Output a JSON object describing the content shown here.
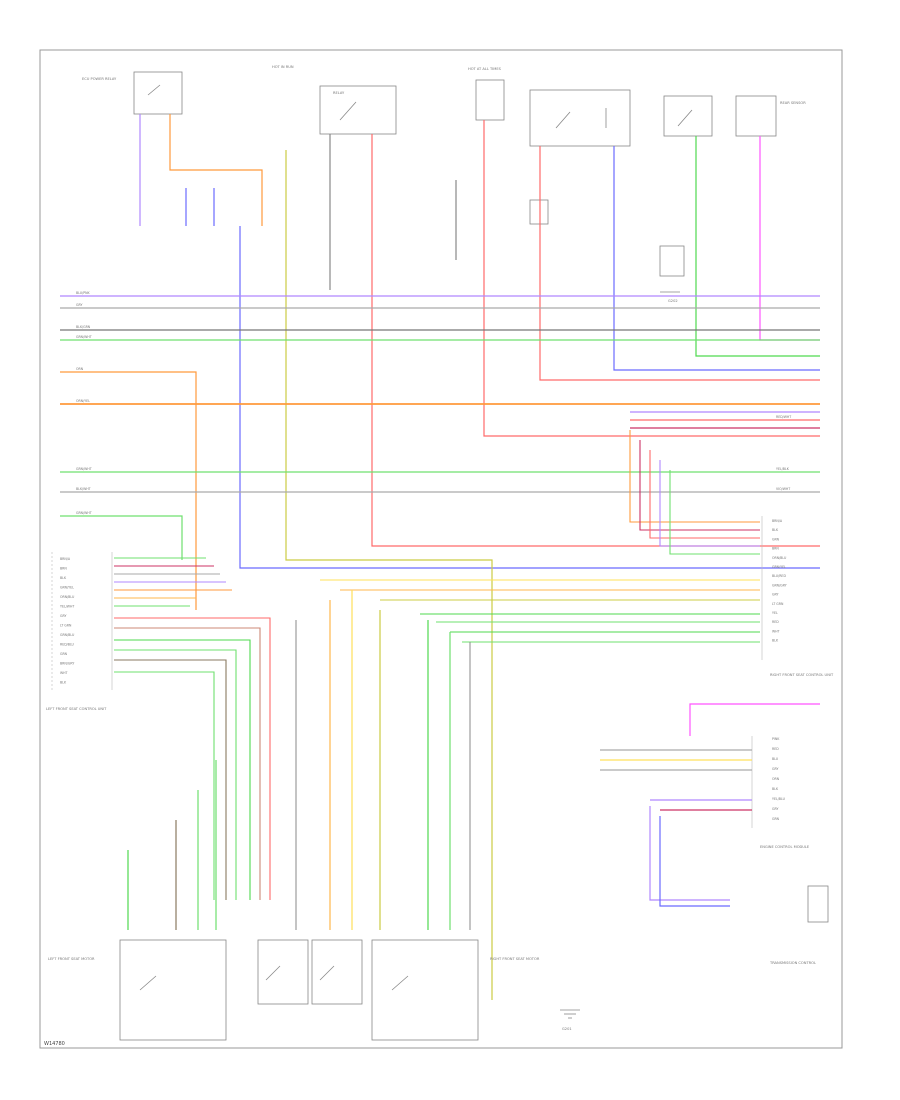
{
  "diagram": {
    "corner_code": "W14780",
    "component_labels": {
      "ecu_top_left": "ECU POWER RELAY",
      "relay_top_center": "RELAY",
      "hot_in_run": "HOT IN RUN",
      "hot_at_all_times": "HOT AT ALL TIMES",
      "left_front_seat_ctrl": "LEFT FRONT SEAT CONTROL UNIT",
      "right_front_seat_ctrl": "RIGHT FRONT SEAT CONTROL UNIT",
      "rear_sensor": "REAR SENSOR",
      "ground": "G201",
      "ground_2": "G202",
      "motor_1": "LEFT FRONT SEAT MOTOR",
      "motor_2": "RIGHT FRONT SEAT MOTOR",
      "engine_ctrl": "ENGINE CONTROL MODULE",
      "transmission": "TRANSMISSION CONTROL"
    },
    "wire_labels": {
      "w1": "BLU/PNK",
      "w2": "GRY",
      "w3": "BLK/GRN",
      "w4": "GRN/WHT",
      "w5": "ORN",
      "w6": "ORN/YEL",
      "w7": "GRN/WHT",
      "w8": "BLK/WHT",
      "w9": "GRN/WHT",
      "w10": "RED/WHT",
      "w11": "YEL/BLK",
      "w12": "VIO/WHT"
    },
    "left_pins": [
      "BRN/A",
      "BRN",
      "BLK",
      "GRN/YEL",
      "ORN/BLU",
      "YEL/WHT",
      "GRY",
      "LT GRN",
      "GRN/BLU",
      "RED/BLU",
      "GRN",
      "BRN/GRY",
      "WHT",
      "BLK"
    ],
    "right_pins": [
      "BRN/A",
      "BLK",
      "GRN",
      "BRN",
      "ORN/BLU",
      "GRN/YEL",
      "BLU/RED",
      "GRN/GRY",
      "GRY",
      "LT GRN",
      "YEL",
      "RED",
      "WHT",
      "BLK"
    ],
    "right_pins_2": [
      "PINK",
      "RED",
      "BLU",
      "GRY",
      "ORN",
      "BLK",
      "YEL/BLU",
      "GRY",
      "GRN"
    ]
  }
}
